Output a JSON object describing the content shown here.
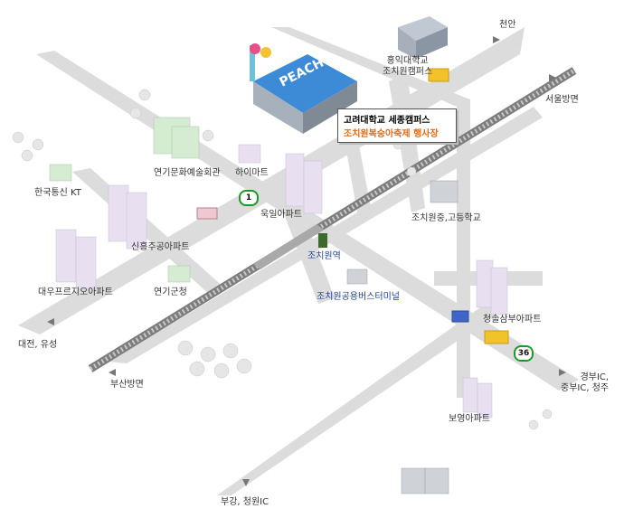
{
  "callout": {
    "line1": "고려대학교 세종캠퍼스",
    "line2": "조치원복숭아축제 행사장"
  },
  "building_sign": "PEACH",
  "labels": {
    "cheonan": "천안",
    "hongik": "홍익대학교\n조치원캠퍼스",
    "seoul_dir": "서울방면",
    "yeongi_culture": "연기문화예술회관",
    "himart": "하이마트",
    "kt": "한국통신 KT",
    "jochiwon_school": "조치원중,고등학교",
    "sinheung_apt": "신흥주공아파트",
    "ugil_apt": "욱일아파트",
    "jochiwon_station": "조치원역",
    "daewoo_apt": "대우프르지오아파트",
    "yeongi_office": "연기군청",
    "bus_terminal": "조치원공용버스터미널",
    "cheongsol_apt": "청솔삼부아파트",
    "daejeon": "대전, 유성",
    "busan_dir": "부산방면",
    "gyeongbu_ic": "경부IC,\n중부IC, 청주",
    "boyeong_apt": "보영아파트",
    "bugang": "부강, 청원IC"
  },
  "route_badges": {
    "route1": "1",
    "route36": "36"
  },
  "colors": {
    "road": "#dcdcdc",
    "rail": "#8a8a8a",
    "badge_border": "#1a9a2a",
    "callout_highlight": "#e86a10",
    "station_label": "#1f3f93"
  }
}
